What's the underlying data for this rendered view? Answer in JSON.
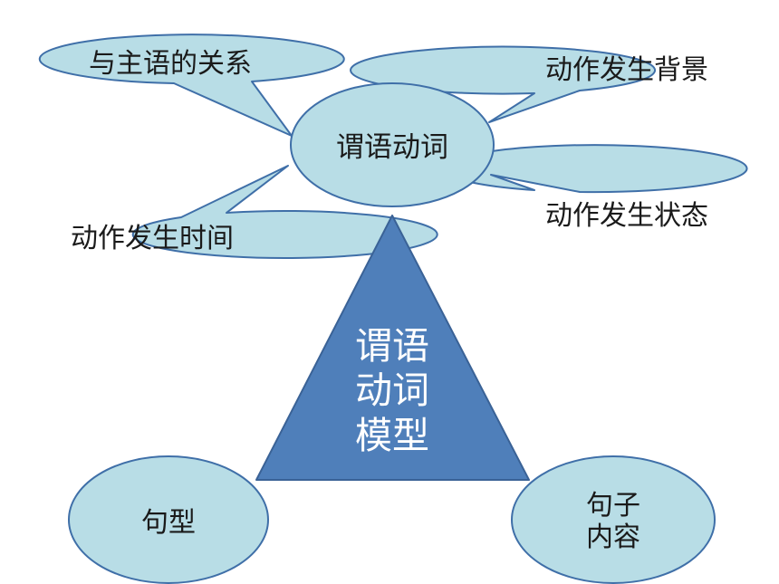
{
  "center_node": {
    "label": "谓语动词"
  },
  "callouts": [
    {
      "id": "subject-relation",
      "label": "与主语的关系"
    },
    {
      "id": "action-background",
      "label": "动作发生背景"
    },
    {
      "id": "action-time",
      "label": "动作发生时间"
    },
    {
      "id": "action-state",
      "label": "动作发生状态"
    }
  ],
  "triangle": {
    "lines": [
      "谓语",
      "动词",
      "模型"
    ]
  },
  "bottom_nodes": [
    {
      "id": "sentence-pattern",
      "lines": [
        "句型"
      ]
    },
    {
      "id": "sentence-content",
      "lines": [
        "句子",
        "内容"
      ]
    }
  ],
  "colors": {
    "bubble_fill": "#b8dde6",
    "bubble_stroke": "#3f6fa8",
    "triangle_fill": "#4f7fba",
    "triangle_stroke": "#3a6296",
    "text_dark": "#1a1a1a",
    "text_light": "#ffffff"
  }
}
